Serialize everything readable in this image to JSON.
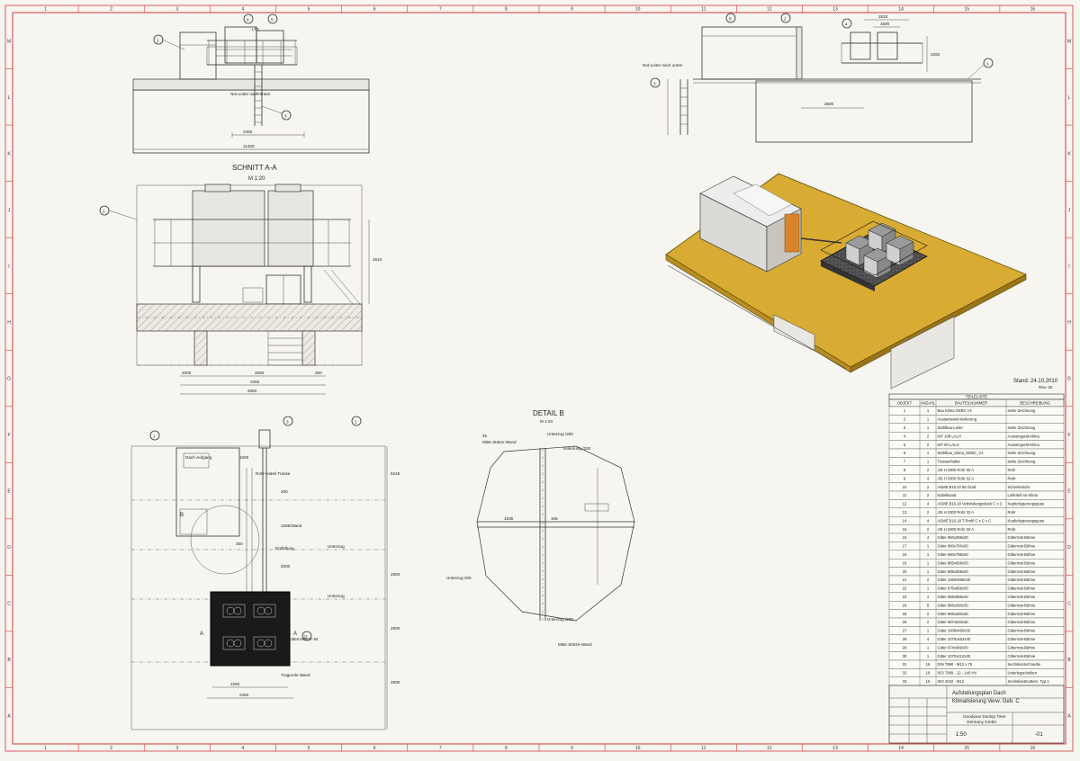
{
  "border": {
    "columns": [
      "1",
      "2",
      "3",
      "4",
      "5",
      "6",
      "7",
      "8",
      "9",
      "10",
      "11",
      "12",
      "13",
      "14",
      "15",
      "16"
    ],
    "rows": [
      "A",
      "B",
      "C",
      "D",
      "E",
      "F",
      "G",
      "H",
      "I",
      "J",
      "K",
      "L",
      "M"
    ]
  },
  "colors": {
    "border": "#d23a3a",
    "roof": "#d8ab32",
    "unit": "#2a2a2a"
  },
  "top_left": {
    "callouts": [
      "1",
      "4",
      "5",
      "3"
    ],
    "label_ladder": "Not-Leiter nach unten",
    "dims": [
      "LT0",
      "2450",
      "11450"
    ]
  },
  "section_aa": {
    "title": "SCHNITT A-A",
    "scale": "M 1:20",
    "callout": "2",
    "dims": [
      "2000",
      "2650",
      "300",
      "2250",
      "2650",
      "2619"
    ]
  },
  "top_right": {
    "callouts": [
      "6",
      "2",
      "4",
      "3",
      "1"
    ],
    "label_ladder": "Not-Leiter nach unten",
    "dims": [
      "2533",
      "1600",
      "2292",
      "2800"
    ]
  },
  "plan": {
    "callouts": [
      "1",
      "3",
      "1",
      "21"
    ],
    "labels": {
      "dachaufgang": "Dach-Aufgang",
      "rohr_kabel": "Rohr-Kabel Trasse",
      "wand": "2295/Wand",
      "entluftung": "Entlüftung",
      "unterzug": "Unterzug",
      "gitterrost": "Gitterrost/KR-30",
      "tragende": "Tragende Wand",
      "section_a": "A",
      "section_b": "B"
    },
    "dims": [
      "1600",
      "200",
      "350",
      "2000",
      "2250",
      "2450",
      "5245",
      "2900",
      "2900",
      "2800"
    ]
  },
  "detail_b": {
    "title": "DETAIL B",
    "scale": "M 1:20",
    "labels": [
      "45",
      "Mitte Stütze-Wand",
      "Unterzug /200",
      "Isolierung /200",
      "1635",
      "165",
      "Unterzug 200",
      "Unterzug /200",
      "Mitte Stütze-Wand"
    ]
  },
  "stand": {
    "text": "Stand: 24.10.2010",
    "rev": "Rev. 02"
  },
  "parts_table": {
    "caption": "TEILELISTE",
    "headers": [
      "OBJEKT",
      "ANZAHL",
      "BAUTEILNUMMER",
      "BESCHREIBUNG"
    ],
    "rows": [
      [
        "1",
        "1",
        "Bau Klima GEBC V1",
        "siehe Zeichnung"
      ],
      [
        "2",
        "1",
        "Aussenwand-Isolierung",
        ""
      ],
      [
        "3",
        "1",
        "Stahlbau-Leiter",
        "siehe Zeichnung"
      ],
      [
        "4",
        "2",
        "KIF 108 LALH",
        "Aussengerät-Klima"
      ],
      [
        "5",
        "2",
        "KIF 90 LALH",
        "Aussengerät-Klima"
      ],
      [
        "6",
        "1",
        "Stahlbau_Klima_GEBC_V1",
        "siehe Zeichnung"
      ],
      [
        "7",
        "1",
        "Trassenhalter",
        "siehe Zeichnung"
      ],
      [
        "8",
        "2",
        "JIS H 3300 Rohr 32 A",
        "Rohr"
      ],
      [
        "9",
        "4",
        "JIS H 3300 Rohr 32 A",
        "Rohr"
      ],
      [
        "10",
        "2",
        "ASME B16.22 90 Grad",
        "Schenkelrohr"
      ],
      [
        "11",
        "2",
        "Kabelkanal",
        "Lieferteil Air Klima"
      ],
      [
        "12",
        "4",
        "ASME B16.18 Verbindungsstück C x C",
        "Kupferlegierungsguss"
      ],
      [
        "13",
        "2",
        "JIS H 3300 Rohr 32 A",
        "Rohr"
      ],
      [
        "14",
        "4",
        "ASME B16.18 T-Profil C x C x C",
        "Kupferlegierungsguss"
      ],
      [
        "15",
        "2",
        "JIS H 3300 Rohr 32 A",
        "Rohr"
      ],
      [
        "16",
        "4",
        "Gitter 960x298x30",
        "Gitterrost-Bühne"
      ],
      [
        "17",
        "1",
        "Gitter 960x700x30",
        "Gitterrost-Bühne"
      ],
      [
        "18",
        "1",
        "Gitter 560x798x30",
        "Gitterrost-Bühne"
      ],
      [
        "19",
        "1",
        "Gitter 885x608x30",
        "Gitterrost-Bühne"
      ],
      [
        "20",
        "1",
        "Gitter 885x308x30",
        "Gitterrost-Bühne"
      ],
      [
        "21",
        "2",
        "Gitter 1060x968x30",
        "Gitterrost-Bühne"
      ],
      [
        "22",
        "1",
        "Gitter 676x968x30",
        "Gitterrost-Bühne"
      ],
      [
        "23",
        "1",
        "Gitter 868x968x30",
        "Gitterrost-Bühne"
      ],
      [
        "24",
        "8",
        "Gitter 868x260x30",
        "Gitterrost-Bühne"
      ],
      [
        "25",
        "2",
        "Gitter 868x260x30",
        "Gitterrost-Bühne"
      ],
      [
        "26",
        "2",
        "Gitter 687x540x30",
        "Gitterrost-Bühne"
      ],
      [
        "27",
        "1",
        "Gitter 1008x460x30",
        "Gitterrost-Bühne"
      ],
      [
        "28",
        "4",
        "Gitter 1070x462x30",
        "Gitterrost-Bühne"
      ],
      [
        "29",
        "1",
        "Gitter 674x489x30",
        "Gitterrost-Bühne"
      ],
      [
        "30",
        "1",
        "Gitter 1070x212x30",
        "Gitterrost-Bühne"
      ],
      [
        "31",
        "16",
        "DIN 7990 - M12 x 75",
        "Sechskantschraube"
      ],
      [
        "32",
        "16",
        "ISO 7089 - 12 - 140 HV",
        "Unterlegscheiben"
      ],
      [
        "33",
        "16",
        "ISO 4032 - M12",
        "Sechskantmuttern, Typ 1"
      ]
    ]
  },
  "title_block": {
    "title_line1": "Aufstellungsplan Dach",
    "title_line2": "Klimatisierung Verw. Geb. C",
    "company_line1": "Goodyear Dunlop Tires",
    "company_line2": "Germany GmbH",
    "scale": "1:50",
    "sheet": "-01"
  }
}
